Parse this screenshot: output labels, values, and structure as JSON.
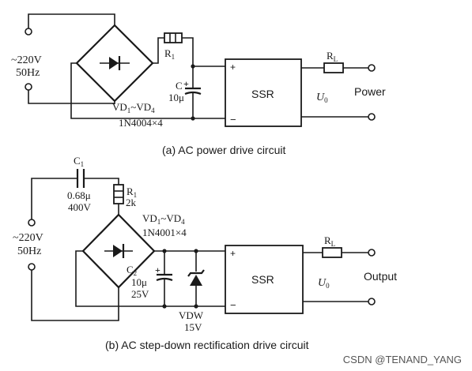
{
  "circuit_a": {
    "caption": "(a) AC power drive circuit",
    "source_voltage": "~220V",
    "source_freq": "50Hz",
    "resistor_label": "R",
    "resistor_sub": "1",
    "cap_name": "C",
    "cap_value": "10μ",
    "cap_plus": "+",
    "bridge_label_part1": "VD",
    "bridge_label_sub1": "1",
    "bridge_label_tilde": "~VD",
    "bridge_label_sub2": "4",
    "bridge_part": "1N4004×4",
    "ssr_label": "SSR",
    "ssr_plus": "+",
    "ssr_minus": "−",
    "load_label": "R",
    "load_sub": "L",
    "output_voltage": "U",
    "output_sub": "0",
    "output_label": "Power"
  },
  "circuit_b": {
    "caption": "(b) AC step-down rectification drive circuit",
    "source_voltage": "~220V",
    "source_freq": "50Hz",
    "c1_name": "C",
    "c1_sub": "1",
    "c1_value": "0.68μ",
    "c1_voltage": "400V",
    "r1_name": "R",
    "r1_sub": "1",
    "r1_value": "2k",
    "bridge_label_part1": "VD",
    "bridge_label_sub1": "1",
    "bridge_label_tilde": "~VD",
    "bridge_label_sub2": "4",
    "bridge_part": "1N4001×4",
    "c2_name": "C",
    "c2_sub": "2",
    "c2_value": "10μ",
    "c2_voltage": "25V",
    "cap_plus": "+",
    "zener_name": "VDW",
    "zener_value": "15V",
    "ssr_label": "SSR",
    "ssr_plus": "+",
    "ssr_minus": "−",
    "load_label": "R",
    "load_sub": "L",
    "output_voltage": "U",
    "output_sub": "0",
    "output_label": "Output"
  },
  "watermark": "CSDN @TENAND_YANG"
}
